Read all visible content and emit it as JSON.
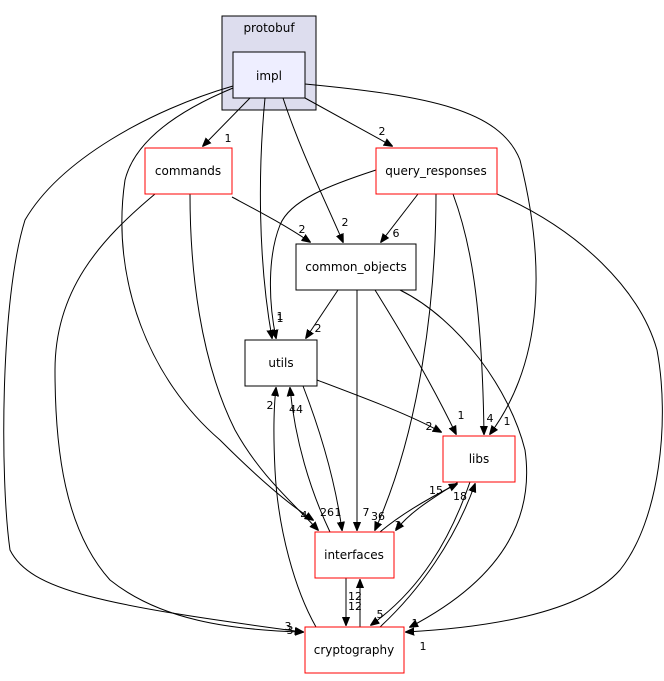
{
  "cluster": {
    "label": "protobuf"
  },
  "nodes": [
    {
      "id": "impl",
      "label": "impl",
      "style": "focus"
    },
    {
      "id": "commands",
      "label": "commands",
      "style": "red"
    },
    {
      "id": "query_responses",
      "label": "query_responses",
      "style": "red"
    },
    {
      "id": "common_objects",
      "label": "common_objects",
      "style": "black"
    },
    {
      "id": "utils",
      "label": "utils",
      "style": "black"
    },
    {
      "id": "libs",
      "label": "libs",
      "style": "red"
    },
    {
      "id": "interfaces",
      "label": "interfaces",
      "style": "red"
    },
    {
      "id": "cryptography",
      "label": "cryptography",
      "style": "red"
    }
  ],
  "edges": [
    {
      "from": "impl",
      "to": "commands",
      "label": "1"
    },
    {
      "from": "impl",
      "to": "query_responses",
      "label": "2"
    },
    {
      "from": "impl",
      "to": "common_objects",
      "label": "2"
    },
    {
      "from": "impl",
      "to": "utils",
      "label": "1"
    },
    {
      "from": "impl",
      "to": "libs",
      "label": "1"
    },
    {
      "from": "impl",
      "to": "interfaces",
      "label": "4"
    },
    {
      "from": "impl",
      "to": "cryptography",
      "label": "3"
    },
    {
      "from": "commands",
      "to": "common_objects",
      "label": "2"
    },
    {
      "from": "commands",
      "to": "interfaces",
      "label": "26"
    },
    {
      "from": "commands",
      "to": "cryptography",
      "label": "3"
    },
    {
      "from": "query_responses",
      "to": "common_objects",
      "label": "6"
    },
    {
      "from": "query_responses",
      "to": "utils",
      "label": "1"
    },
    {
      "from": "query_responses",
      "to": "libs",
      "label": "4"
    },
    {
      "from": "query_responses",
      "to": "interfaces",
      "label": "36"
    },
    {
      "from": "query_responses",
      "to": "cryptography",
      "label": "1"
    },
    {
      "from": "common_objects",
      "to": "utils",
      "label": "2"
    },
    {
      "from": "common_objects",
      "to": "libs",
      "label": "1"
    },
    {
      "from": "common_objects",
      "to": "interfaces",
      "label": "7"
    },
    {
      "from": "common_objects",
      "to": "cryptography",
      "label": "1"
    },
    {
      "from": "utils",
      "to": "libs",
      "label": "2"
    },
    {
      "from": "utils",
      "to": "interfaces",
      "label": "1"
    },
    {
      "from": "interfaces",
      "to": "utils",
      "label": "44"
    },
    {
      "from": "interfaces",
      "to": "libs",
      "label": "15"
    },
    {
      "from": "interfaces",
      "to": "cryptography",
      "label": "12"
    },
    {
      "from": "cryptography",
      "to": "utils",
      "label": "2"
    },
    {
      "from": "cryptography",
      "to": "libs",
      "label": "18"
    },
    {
      "from": "cryptography",
      "to": "interfaces",
      "label": "12"
    },
    {
      "from": "libs",
      "to": "interfaces",
      "label": "3"
    },
    {
      "from": "libs",
      "to": "cryptography",
      "label": "5"
    }
  ],
  "colors": {
    "cluster_fill": "#ddddee",
    "cluster_stroke": "#000000",
    "focus_fill": "#eeeeff",
    "red_stroke": "#ff0000",
    "black_stroke": "#000000",
    "edge": "#000000"
  }
}
